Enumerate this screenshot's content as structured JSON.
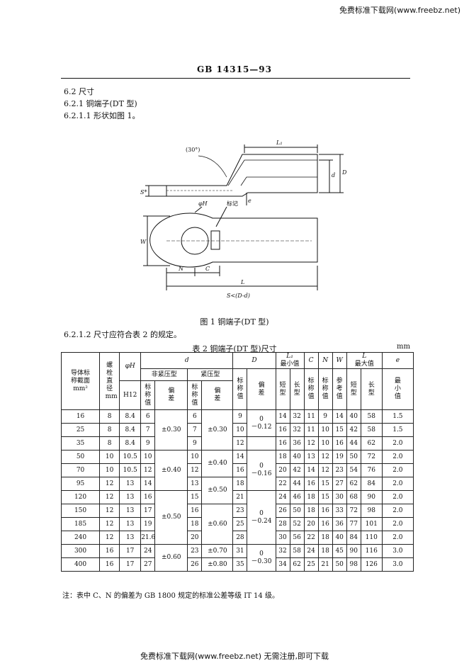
{
  "watermark": "免费标准下载网(www.freebz.net)",
  "header": "GB 14315—93",
  "sections": {
    "s1": "6.2  尺寸",
    "s2": "6.2.1  铜端子(DT 型)",
    "s3": "6.2.1.1  形状如图 1。",
    "s4": "6.2.1.2  尺寸应符合表 2 的规定。"
  },
  "figure": {
    "caption": "图 1  铜端子(DT 型)",
    "labels": {
      "angle": "(30°)",
      "L1": "L₁",
      "d": "d",
      "D": "D",
      "S": "S*",
      "e": "e",
      "phiH": "φH",
      "mark": "标记",
      "W": "W",
      "N": "N",
      "C": "C",
      "L": "L",
      "S_note": "S<(D-d)"
    }
  },
  "table": {
    "title": "表 2  铜端子(DT 型)尺寸",
    "unit": "mm",
    "headers": {
      "conductor": "导体标称截面mm²",
      "bolt": "螺栓直径mm",
      "phiH": "φH",
      "H12": "H12",
      "d": "d",
      "nonpress": "非紧压型",
      "press": "紧压型",
      "nominal": "标称值",
      "deviation": "偏差",
      "D": "D",
      "L1": "L₁",
      "L1_sub": "最小值",
      "C": "C",
      "N": "N",
      "W": "W",
      "L": "L",
      "L_sub": "最大值",
      "e": "e",
      "short": "短型",
      "long": "长型",
      "ref": "参考值",
      "min": "最小值"
    },
    "rows": [
      {
        "sec": "16",
        "bolt": "8",
        "h": "8.4",
        "d1": "6",
        "d2": "6",
        "D": "9",
        "L1s": "14",
        "L1l": "32",
        "C": "11",
        "N": "9",
        "W": "14",
        "Ls": "40",
        "Ll": "58",
        "e": "1.5"
      },
      {
        "sec": "25",
        "bolt": "8",
        "h": "8.4",
        "d1": "7",
        "d2": "7",
        "D": "10",
        "L1s": "16",
        "L1l": "32",
        "C": "11",
        "N": "10",
        "W": "15",
        "Ls": "42",
        "Ll": "58",
        "e": "1.5"
      },
      {
        "sec": "35",
        "bolt": "8",
        "h": "8.4",
        "d1": "9",
        "d2": "9",
        "D": "12",
        "L1s": "16",
        "L1l": "36",
        "C": "12",
        "N": "10",
        "W": "16",
        "Ls": "44",
        "Ll": "62",
        "e": "2.0"
      },
      {
        "sec": "50",
        "bolt": "10",
        "h": "10.5",
        "d1": "10",
        "d2": "10",
        "D": "14",
        "L1s": "18",
        "L1l": "40",
        "C": "13",
        "N": "12",
        "W": "19",
        "Ls": "50",
        "Ll": "72",
        "e": "2.0"
      },
      {
        "sec": "70",
        "bolt": "10",
        "h": "10.5",
        "d1": "12",
        "d2": "12",
        "D": "16",
        "L1s": "20",
        "L1l": "42",
        "C": "14",
        "N": "12",
        "W": "23",
        "Ls": "54",
        "Ll": "76",
        "e": "2.0"
      },
      {
        "sec": "95",
        "bolt": "12",
        "h": "13",
        "d1": "14",
        "d2": "13",
        "D": "18",
        "L1s": "22",
        "L1l": "44",
        "C": "16",
        "N": "15",
        "W": "27",
        "Ls": "62",
        "Ll": "84",
        "e": "2.0"
      },
      {
        "sec": "120",
        "bolt": "12",
        "h": "13",
        "d1": "16",
        "d2": "15",
        "D": "21",
        "L1s": "24",
        "L1l": "46",
        "C": "18",
        "N": "15",
        "W": "30",
        "Ls": "68",
        "Ll": "90",
        "e": "2.0"
      },
      {
        "sec": "150",
        "bolt": "12",
        "h": "13",
        "d1": "17",
        "d2": "16",
        "D": "23",
        "L1s": "26",
        "L1l": "50",
        "C": "18",
        "N": "16",
        "W": "33",
        "Ls": "72",
        "Ll": "98",
        "e": "2.0"
      },
      {
        "sec": "185",
        "bolt": "12",
        "h": "13",
        "d1": "19",
        "d2": "18",
        "D": "25",
        "L1s": "28",
        "L1l": "52",
        "C": "20",
        "N": "16",
        "W": "36",
        "Ls": "77",
        "Ll": "101",
        "e": "2.0"
      },
      {
        "sec": "240",
        "bolt": "12",
        "h": "13",
        "d1": "21.6",
        "d2": "20",
        "D": "28",
        "L1s": "30",
        "L1l": "56",
        "C": "22",
        "N": "18",
        "W": "40",
        "Ls": "84",
        "Ll": "110",
        "e": "2.0"
      },
      {
        "sec": "300",
        "bolt": "16",
        "h": "17",
        "d1": "24",
        "d2": "23",
        "D": "31",
        "L1s": "32",
        "L1l": "58",
        "C": "24",
        "N": "18",
        "W": "45",
        "Ls": "90",
        "Ll": "116",
        "e": "3.0"
      },
      {
        "sec": "400",
        "bolt": "16",
        "h": "17",
        "d1": "27",
        "d2": "26",
        "D": "35",
        "L1s": "34",
        "L1l": "62",
        "C": "25",
        "N": "21",
        "W": "50",
        "Ls": "98",
        "Ll": "126",
        "e": "3.0"
      }
    ],
    "tol": {
      "a1": "±0.30",
      "a2": "±0.40",
      "a3": "±0.50",
      "a4": "±0.60",
      "b1": "±0.30",
      "b2": "±0.40",
      "b3": "±0.50",
      "b4": "±0.60",
      "b5": "±0.70",
      "b6": "±0.80",
      "c1_top": "0",
      "c1_bot": "－0.12",
      "c2_top": "0",
      "c2_bot": "－0.16",
      "c3_top": "0",
      "c3_bot": "－0.24",
      "c4_top": "0",
      "c4_bot": "－0.30"
    }
  },
  "note": "注：表中 C、N 的偏差为 GB 1800 规定的标准公差等级 IT 14 级。",
  "footer": "免费标准下载网(www.freebz.net) 无需注册,即可下载"
}
